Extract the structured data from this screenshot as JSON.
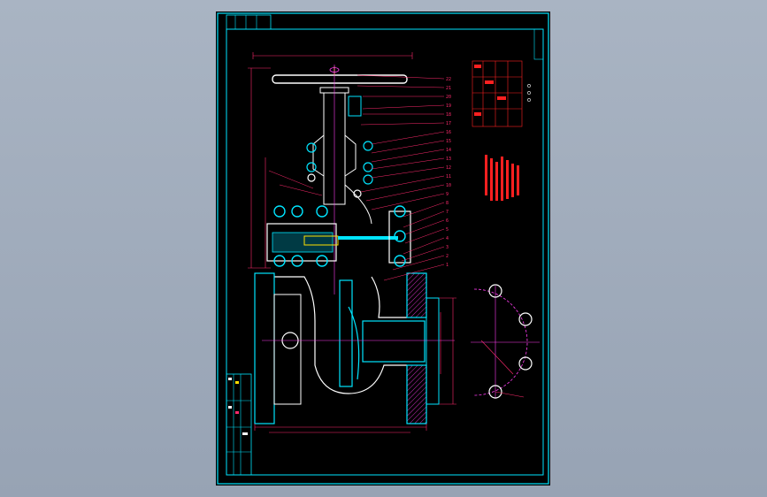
{
  "drawing": {
    "title_block": {
      "top_left_header": "",
      "revision_tag": "",
      "bottom_rows": []
    },
    "part_numbers": [
      "22",
      "21",
      "20",
      "19",
      "18",
      "17",
      "16",
      "15",
      "14",
      "13",
      "12",
      "11",
      "10",
      "9",
      "8",
      "7",
      "6",
      "5",
      "4",
      "3",
      "2",
      "1"
    ],
    "flange_note": ""
  },
  "colors": {
    "background": "#000000",
    "frame": "#00e5ff",
    "part": "#ffffff",
    "dimension": "#ff2a6d",
    "hatch": "#ff3df2",
    "table": "#ff2020",
    "leader": "#ff2a6d",
    "bolt": "#00e5ff",
    "accent": "#ffe000"
  },
  "icons": {
    "handwheel": "handwheel-icon",
    "bolt_circle": "bolt-circle-icon"
  }
}
